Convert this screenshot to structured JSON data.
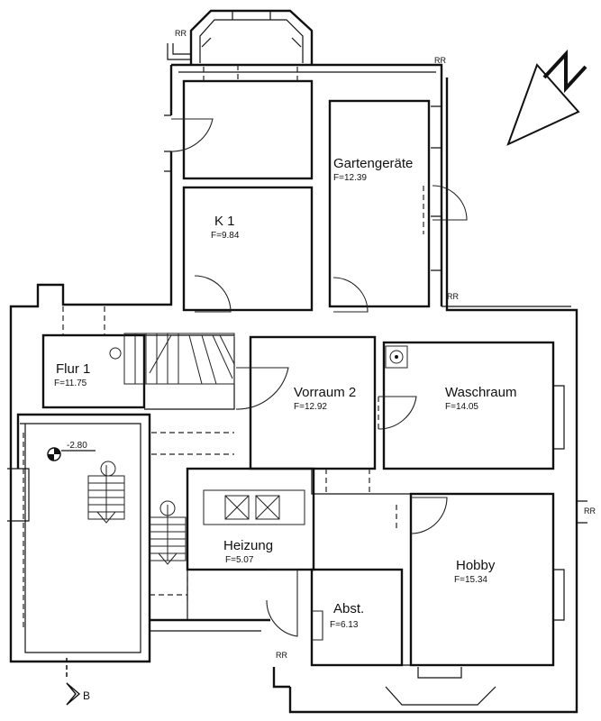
{
  "rooms": [
    {
      "id": "gartengeraete",
      "name": "Gartengeräte",
      "area": "F=12.39"
    },
    {
      "id": "k1",
      "name": "K 1",
      "area": "F=9.84"
    },
    {
      "id": "flur1",
      "name": "Flur 1",
      "area": "F=11.75"
    },
    {
      "id": "vorraum2",
      "name": "Vorraum 2",
      "area": "F=12.92"
    },
    {
      "id": "waschraum",
      "name": "Waschraum",
      "area": "F=14.05"
    },
    {
      "id": "heizung",
      "name": "Heizung",
      "area": "F=5.07"
    },
    {
      "id": "abst",
      "name": "Abst.",
      "area": "F=6.13"
    },
    {
      "id": "hobby",
      "name": "Hobby",
      "area": "F=15.34"
    }
  ],
  "markers": {
    "rr": "RR",
    "level": "-2.80",
    "section": "B"
  },
  "icons": [
    "north-arrow-icon",
    "level-marker-icon",
    "section-marker-icon",
    "washer-icon",
    "boiler-icon"
  ]
}
